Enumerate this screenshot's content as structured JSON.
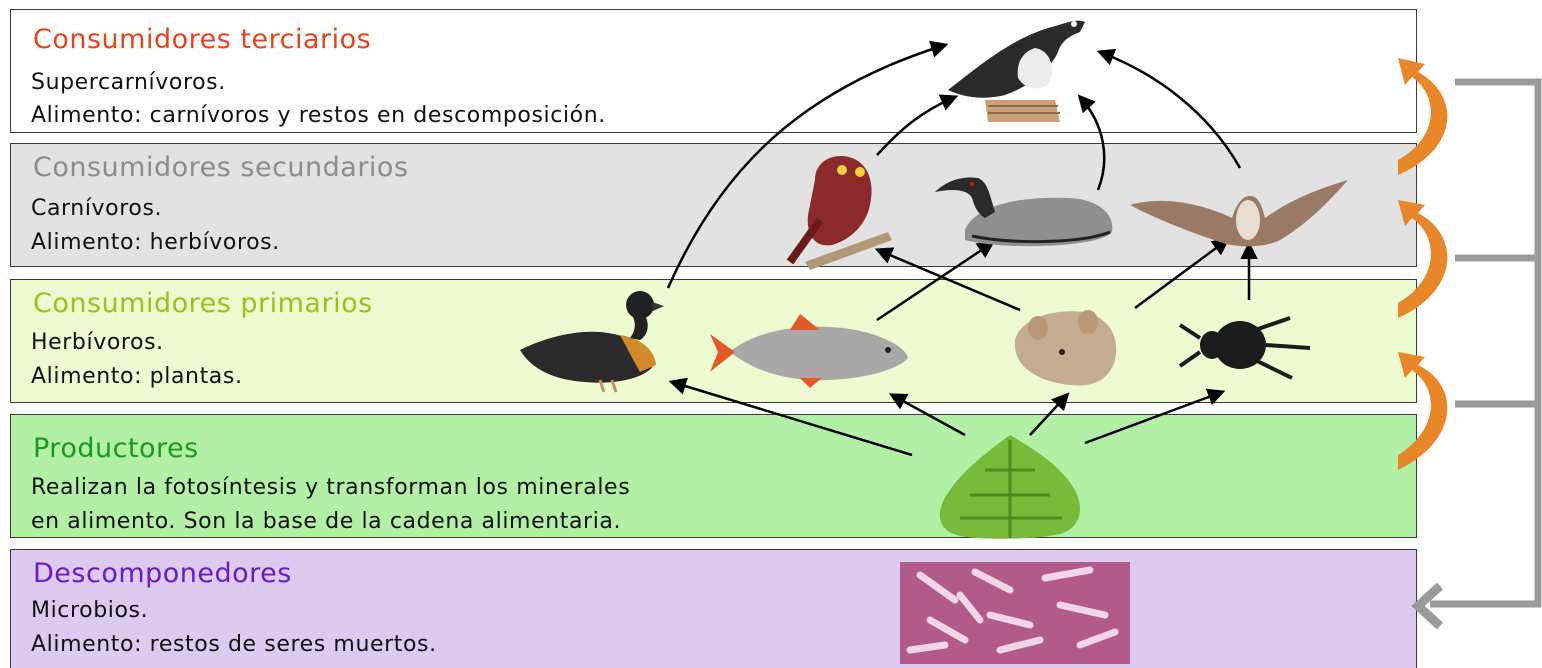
{
  "levels": {
    "terciarios": {
      "title": "Consumidores terciarios",
      "line1": "Supercarnívoros.",
      "line2": "Alimento: carnívoros y restos en descomposición.",
      "color": "#e8431a"
    },
    "secundarios": {
      "title": "Consumidores secundarios",
      "line1": "Carnívoros.",
      "line2": "Alimento: herbívoros.",
      "color": "#8c8c8c"
    },
    "primarios": {
      "title": "Consumidores primarios",
      "line1": "Herbívoros.",
      "line2": "Alimento: plantas.",
      "color": "#9ac21a"
    },
    "productores": {
      "title": "Productores",
      "line1": "Realizan la fotosíntesis y transforman los minerales",
      "line2": "en alimento. Son la base de la cadena alimentaria.",
      "color": "#1a9a1a"
    },
    "descomponedores": {
      "title": "Descomponedores",
      "line1": "Microbios.",
      "line2": "Alimento: restos de seres muertos.",
      "color": "#6a1ac8"
    }
  },
  "organisms": {
    "tertiary": [
      "osprey-icon"
    ],
    "secondary": [
      "owl-icon",
      "grebe-icon",
      "bat-icon"
    ],
    "primary": [
      "duck-icon",
      "fish-icon",
      "mouse-icon",
      "beetle-icon"
    ],
    "producer": [
      "plant-icon"
    ],
    "decomposer": [
      "microbes-icon"
    ]
  },
  "colors": {
    "energy_arrow": "#e8862a",
    "return_arrow": "#9a9a9a",
    "food_arrow": "#000000"
  }
}
